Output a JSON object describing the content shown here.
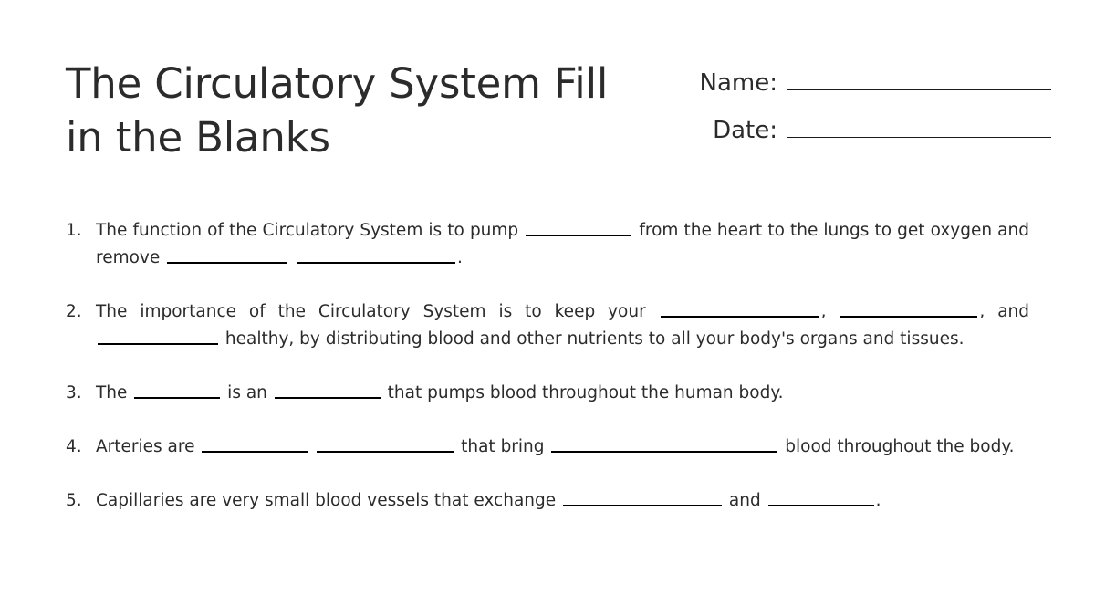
{
  "header": {
    "title": "The Circulatory System Fill in the Blanks",
    "name_label": "Name:",
    "date_label": "Date:"
  },
  "questions": [
    {
      "number": "1.",
      "segments": [
        {
          "type": "text",
          "value": "The function of the Circulatory System is to pump "
        },
        {
          "type": "blank",
          "width": "w-md"
        },
        {
          "type": "text",
          "value": " from the heart to the lungs to get oxygen and remove "
        },
        {
          "type": "blank",
          "width": "w-lg"
        },
        {
          "type": "text",
          "value": " "
        },
        {
          "type": "blank",
          "width": "w-xxl"
        },
        {
          "type": "text",
          "value": "."
        }
      ]
    },
    {
      "number": "2.",
      "segments": [
        {
          "type": "text",
          "value": "The importance of the Circulatory System is to keep your "
        },
        {
          "type": "blank",
          "width": "w-xxl"
        },
        {
          "type": "text",
          "value": ", "
        },
        {
          "type": "blank",
          "width": "w-xl"
        },
        {
          "type": "text",
          "value": ", and "
        },
        {
          "type": "blank",
          "width": "w-lg"
        },
        {
          "type": "text",
          "value": " healthy, by distributing blood and other nutrients to all your body's organs and tissues."
        }
      ]
    },
    {
      "number": "3.",
      "segments": [
        {
          "type": "text",
          "value": "The "
        },
        {
          "type": "blank",
          "width": "w-sm"
        },
        {
          "type": "text",
          "value": " is an "
        },
        {
          "type": "blank",
          "width": "w-md"
        },
        {
          "type": "text",
          "value": " that pumps blood throughout the human body."
        }
      ]
    },
    {
      "number": "4.",
      "segments": [
        {
          "type": "text",
          "value": "Arteries are "
        },
        {
          "type": "blank",
          "width": "w-md"
        },
        {
          "type": "text",
          "value": " "
        },
        {
          "type": "blank",
          "width": "w-xl"
        },
        {
          "type": "text",
          "value": " that bring "
        },
        {
          "type": "blank",
          "width": "w-huge"
        },
        {
          "type": "text",
          "value": " blood throughout the body."
        }
      ]
    },
    {
      "number": "5.",
      "segments": [
        {
          "type": "text",
          "value": "Capillaries are very small blood vessels that exchange "
        },
        {
          "type": "blank",
          "width": "w-xxl"
        },
        {
          "type": "text",
          "value": " and "
        },
        {
          "type": "blank",
          "width": "w-md"
        },
        {
          "type": "text",
          "value": "."
        }
      ]
    }
  ]
}
